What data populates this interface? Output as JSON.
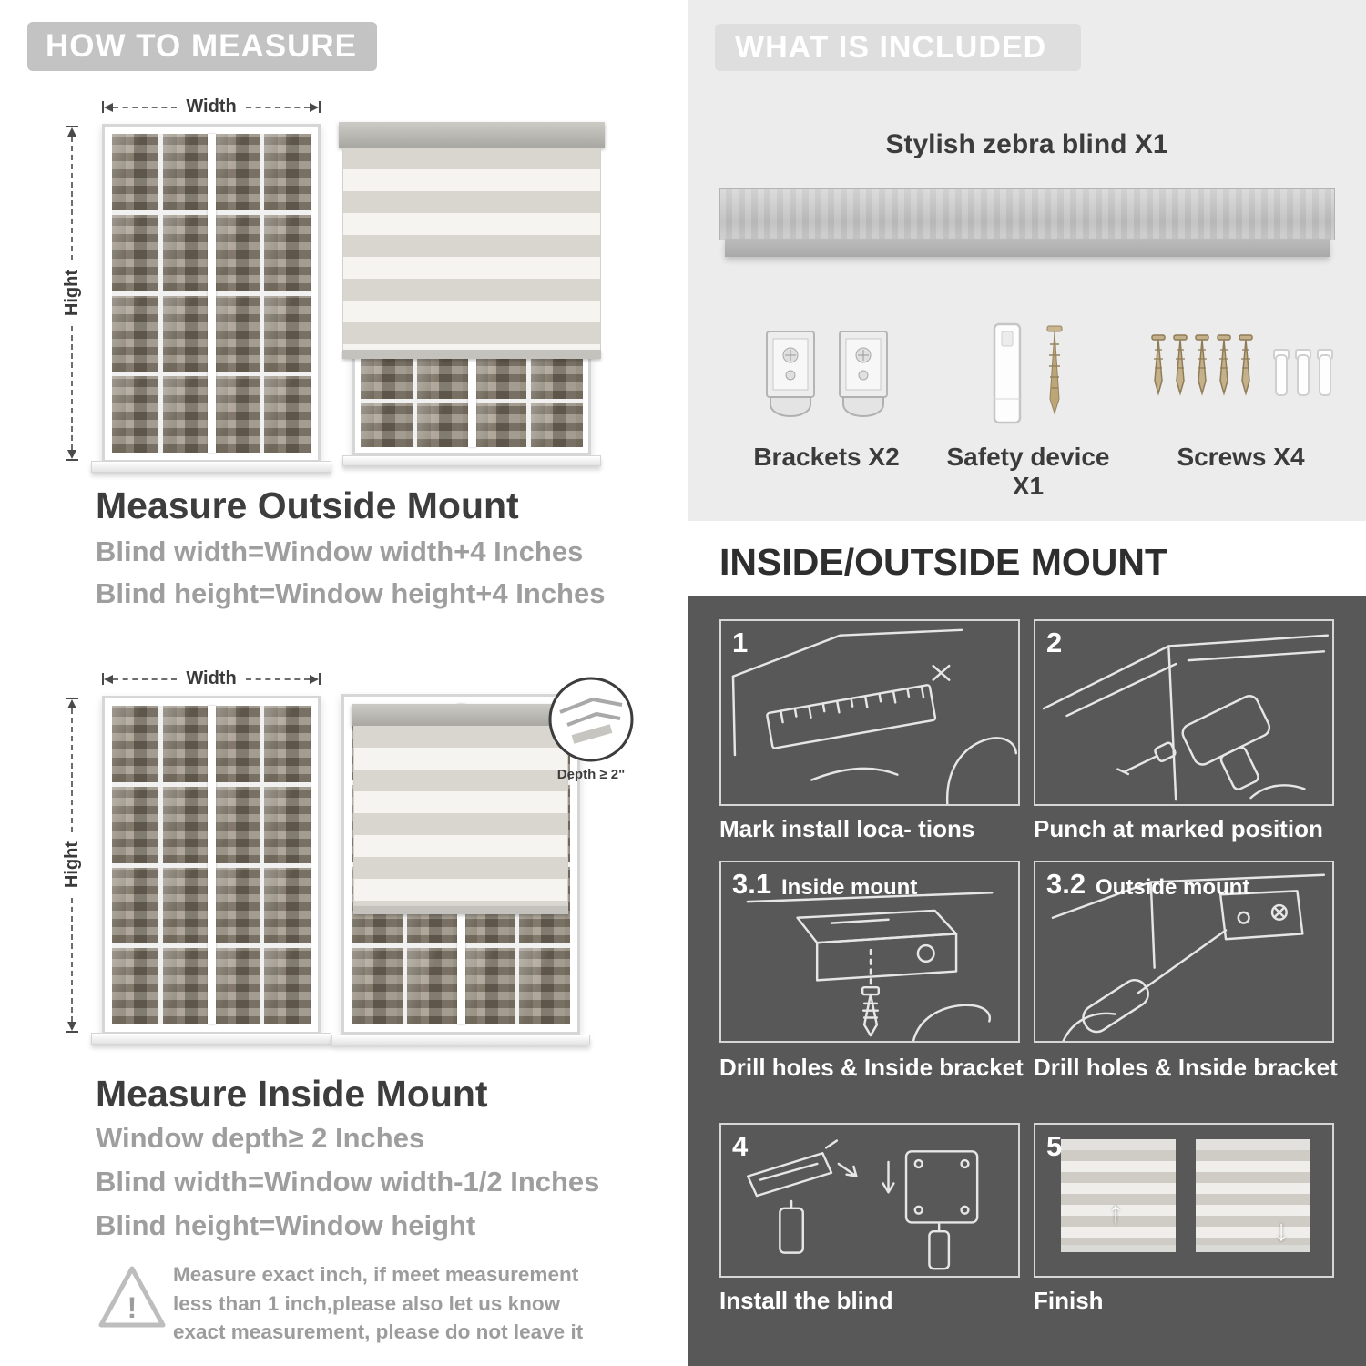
{
  "colors": {
    "banner_gray": "#c3c3c3",
    "light_panel": "#ececec",
    "dark_panel": "#585858",
    "text_dark": "#3d3d3d",
    "text_gray": "#9e9e9e"
  },
  "left": {
    "header": "HOW TO MEASURE",
    "outside": {
      "width_label": "Width",
      "height_label": "Hight",
      "title": "Measure Outside Mount",
      "lines": [
        "Blind width=Window width+4 Inches",
        "Blind height=Window height+4 Inches"
      ]
    },
    "inside": {
      "width_label": "Width",
      "height_label": "Hight",
      "depth_label": "Depth ≥ 2\"",
      "title": "Measure Inside Mount",
      "lines": [
        "Window depth≥ 2 Inches",
        "Blind width=Window width-1/2 Inches",
        "Blind height=Window height"
      ]
    },
    "note": {
      "mark": "!",
      "text": "Measure exact inch, if meet measurement less than 1 inch,please also let us know exact measurement, please do not leave it"
    }
  },
  "right": {
    "included": {
      "header": "WHAT IS INCLUDED",
      "blind_label": "Stylish zebra blind X1",
      "items": [
        {
          "label": "Brackets X2"
        },
        {
          "label": "Safety device X1"
        },
        {
          "label": "Screws X4"
        }
      ]
    },
    "mount": {
      "header": "INSIDE/OUTSIDE MOUNT",
      "steps": [
        {
          "num": "1",
          "caption": "Mark install loca- tions"
        },
        {
          "num": "2",
          "caption": "Punch at  marked position"
        },
        {
          "num": "3.1",
          "badge": "Inside mount",
          "caption": "Drill holes &  Inside bracket"
        },
        {
          "num": "3.2",
          "badge": "Outside mount",
          "caption": "Drill holes &  Inside bracket"
        },
        {
          "num": "4",
          "caption": "Install the blind"
        },
        {
          "num": "5",
          "caption": "Finish"
        }
      ]
    },
    "icons": {
      "up_arrow": "↑",
      "down_arrow": "↓"
    }
  }
}
